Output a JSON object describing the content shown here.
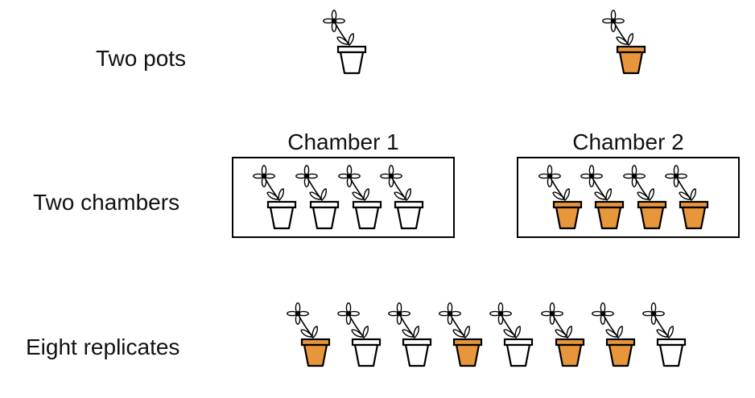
{
  "colors": {
    "white_pot": "#ffffff",
    "orange_pot": "#e8963c",
    "stroke": "#000000"
  },
  "rows": [
    {
      "label": "Two pots",
      "pots": [
        "white",
        "orange"
      ]
    },
    {
      "label": "Two chambers",
      "chambers": [
        {
          "label": "Chamber 1",
          "pots": [
            "white",
            "white",
            "white",
            "white"
          ]
        },
        {
          "label": "Chamber 2",
          "pots": [
            "orange",
            "orange",
            "orange",
            "orange"
          ]
        }
      ]
    },
    {
      "label": "Eight replicates",
      "pots": [
        "orange",
        "white",
        "white",
        "orange",
        "white",
        "orange",
        "orange",
        "white"
      ]
    }
  ]
}
